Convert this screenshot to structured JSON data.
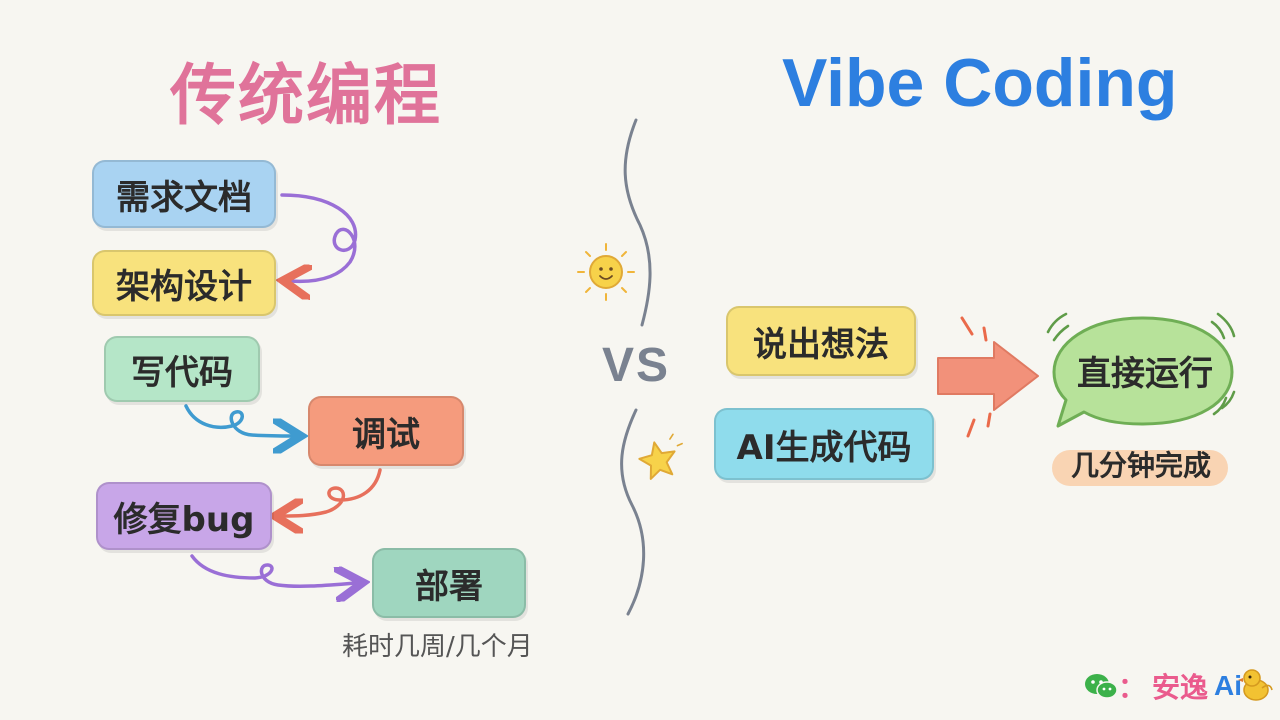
{
  "titles": {
    "left": "传统编程",
    "right": "Vibe Coding"
  },
  "traditional": {
    "steps": [
      "需求文档",
      "架构设计",
      "写代码",
      "调试",
      "修复bug",
      "部署"
    ],
    "duration": "耗时几周/几个月"
  },
  "divider": {
    "label": "VS"
  },
  "vibe": {
    "steps": [
      "说出想法",
      "AI生成代码"
    ],
    "result": "直接运行",
    "duration": "几分钟完成"
  },
  "brand": {
    "prefix": "：",
    "name": "安逸",
    "suffix": "Ai"
  },
  "colors": {
    "title_left": "#e0739a",
    "title_right": "#2d7fe0",
    "req": "#a9d3f2",
    "arch": "#f8e27d",
    "code": "#b5e6c8",
    "debug": "#f59b7d",
    "fix": "#c8a6e8",
    "deploy": "#9fd6bf",
    "say": "#f8e27d",
    "ai": "#8fdcec",
    "bubble": "#b7e29a",
    "arrow": "#f2917a"
  },
  "icons": [
    "sun-icon",
    "star-icon",
    "wechat-icon",
    "bird-icon"
  ]
}
